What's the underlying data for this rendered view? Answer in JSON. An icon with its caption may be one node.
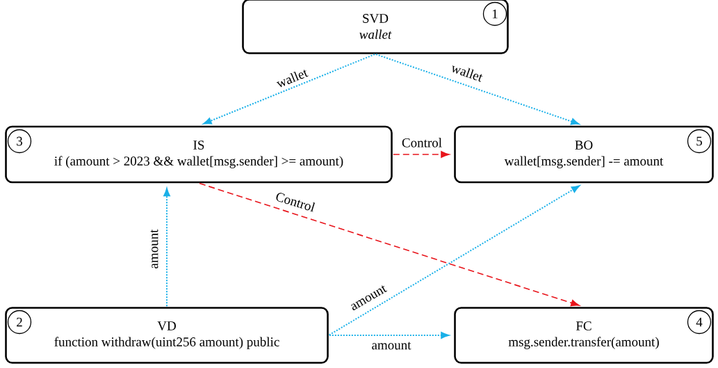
{
  "diagram": {
    "nodes": [
      {
        "text": [
          "SVD",
          "wallet"
        ]
      },
      {
        "text": [
          "1"
        ],
        "in": 0
      },
      {
        "text": [
          "IS",
          "if (amount > 2023 && wallet[msg.sender] >= amount)"
        ]
      },
      {
        "text": [
          "3"
        ],
        "in": 2
      },
      {
        "text": [
          "BO",
          "wallet[msg.sender] -= amount"
        ]
      },
      {
        "text": [
          "5"
        ],
        "in": 4
      },
      {
        "text": [
          "VD",
          "function withdraw(uint256 amount) public"
        ]
      },
      {
        "text": [
          "2"
        ],
        "in": 6
      },
      {
        "text": [
          "FC",
          "msg.sender.transfer(amount)"
        ]
      },
      {
        "text": [
          "4"
        ],
        "in": 8
      }
    ],
    "edges": [
      {
        "from": 0,
        "to": 2,
        "arrow": "to",
        "label": "wallet"
      },
      {
        "from": 0,
        "to": 4,
        "arrow": "to",
        "label": "wallet"
      },
      {
        "from": 2,
        "to": 4,
        "arrow": "to",
        "label": "Control",
        "style": "dashed",
        "color": "#e8141b"
      },
      {
        "from": 2,
        "to": 8,
        "arrow": "to",
        "label": "Control",
        "style": "dashed",
        "color": "#e8141b"
      },
      {
        "from": 6,
        "to": 2,
        "arrow": "to",
        "label": "amount"
      },
      {
        "from": 6,
        "to": 4,
        "arrow": "to",
        "label": "amount"
      },
      {
        "from": 6,
        "to": 8,
        "arrow": "to",
        "label": "amount"
      }
    ]
  }
}
